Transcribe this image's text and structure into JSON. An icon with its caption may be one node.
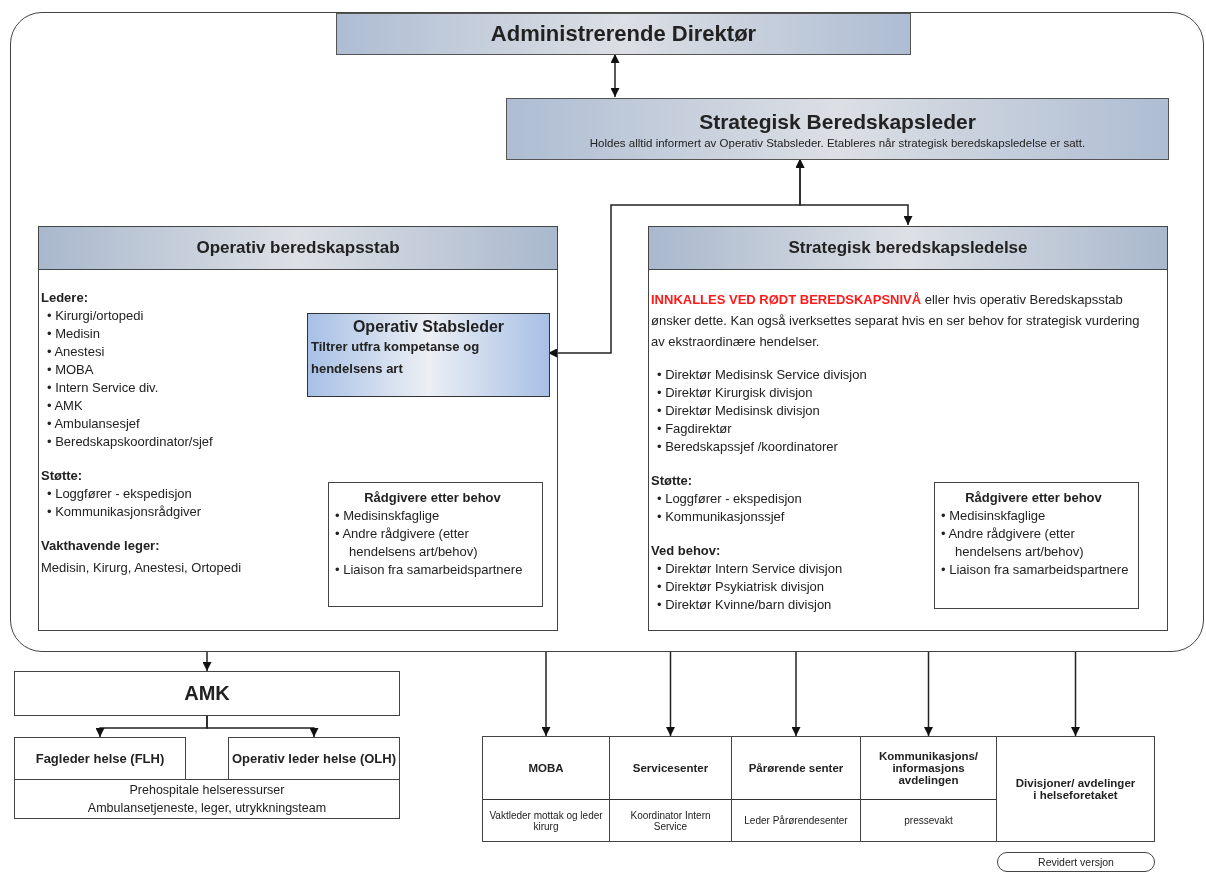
{
  "diagram": {
    "nodes": [
      {
        "text": [],
        "shape": "box"
      },
      {
        "text": [
          "Administrerende Direktør"
        ],
        "in": 0
      },
      {
        "text": [
          "Strategisk Beredskapsleder",
          "Holdes alltid informert av Operativ Stabsleder. Etableres når strategisk beredskapsledelse er satt."
        ],
        "in": 0
      },
      {
        "text": [
          "Operativ beredskapsstab",
          "Ledere:",
          "• Kirurgi/ortopedi",
          "• Medisin",
          "• Anestesi",
          "• MOBA",
          "• Intern Service div.",
          "• AMK",
          "• Ambulansesjef",
          "• Beredskapskoordinator/sjef",
          "Støtte:",
          "• Loggfører - ekspedisjon",
          "• Kommunikasjonsrådgiver",
          "Vakthavende leger:",
          "Medisin, Kirurg, Anestesi, Ortopedi"
        ],
        "in": 0
      },
      {
        "text": [
          "Operativ Stabsleder",
          "Tiltrer utfra kompetanse og hendelsens art"
        ],
        "in": 3
      },
      {
        "text": [
          "Rådgivere etter behov",
          "• Medisinskfaglige",
          "• Andre rådgivere (etter hendelsens art/behov)",
          "• Liaison fra samarbeidspartnere"
        ],
        "in": 3
      },
      {
        "text": [
          "Strategisk beredskapsledelse",
          "**INNKALLES VED RØDT BEREDSKAPSNIVÅ** eller hvis operativ Beredskapsstab ønsker dette. Kan også iverksettes separat hvis en ser behov for strategisk vurdering av ekstraordinære hendelser.",
          "• Direktør Medisinsk Service divisjon",
          "• Direktør Kirurgisk divisjon",
          "• Direktør Medisinsk divisjon",
          "• Fagdirektør",
          "• Beredskapssjef /koordinatorer",
          "Støtte:",
          "• Loggfører - ekspedisjon",
          "• Kommunikasjonssjef",
          "Ved behov:",
          "• Direktør Intern Service divisjon",
          "• Direktør Psykiatrisk divisjon",
          "• Direktør Kvinne/barn divisjon"
        ],
        "in": 0
      },
      {
        "text": [
          "Rådgivere etter behov",
          "• Medisinskfaglige",
          "• Andre rådgivere (etter hendelsens art/behov)",
          "• Liaison fra samarbeidspartnere"
        ],
        "in": 6
      },
      {
        "text": [
          "AMK"
        ]
      },
      {
        "text": [
          "Fagleder helse (FLH)"
        ]
      },
      {
        "text": [
          "Operativ leder helse (OLH)"
        ]
      },
      {
        "text": [
          "Prehospitale helseressurser",
          "Ambulansetjeneste, leger, utrykkningsteam"
        ]
      },
      {
        "text": [
          "MOBA",
          "Vaktleder mottak og leder kirurg"
        ]
      },
      {
        "text": [
          "Servicesenter",
          "Koordinator Intern Service"
        ]
      },
      {
        "text": [
          "Pårørende senter",
          "Leder Pårørendesenter"
        ]
      },
      {
        "text": [
          "Kommunikasjons/ informasjons avdelingen",
          "pressevakt"
        ]
      },
      {
        "text": [
          "Divisjoner/ avdelinger i helseforetaket"
        ]
      },
      {
        "text": [
          "Revidert versjon"
        ]
      }
    ],
    "edges": [
      {
        "from": 1,
        "to": 2,
        "arrow": "both"
      },
      {
        "from": 2,
        "to": 4,
        "arrow": "both"
      },
      {
        "from": 2,
        "to": 6,
        "arrow": "both"
      },
      {
        "from": 0,
        "to": 8,
        "arrow": "to"
      },
      {
        "from": 8,
        "to": 9,
        "arrow": "to"
      },
      {
        "from": 8,
        "to": 10,
        "arrow": "to"
      },
      {
        "from": 0,
        "to": 12,
        "arrow": "to"
      },
      {
        "from": 0,
        "to": 13,
        "arrow": "to"
      },
      {
        "from": 0,
        "to": 14,
        "arrow": "to"
      },
      {
        "from": 0,
        "to": 15,
        "arrow": "to"
      },
      {
        "from": 0,
        "to": 16,
        "arrow": "to"
      }
    ]
  }
}
